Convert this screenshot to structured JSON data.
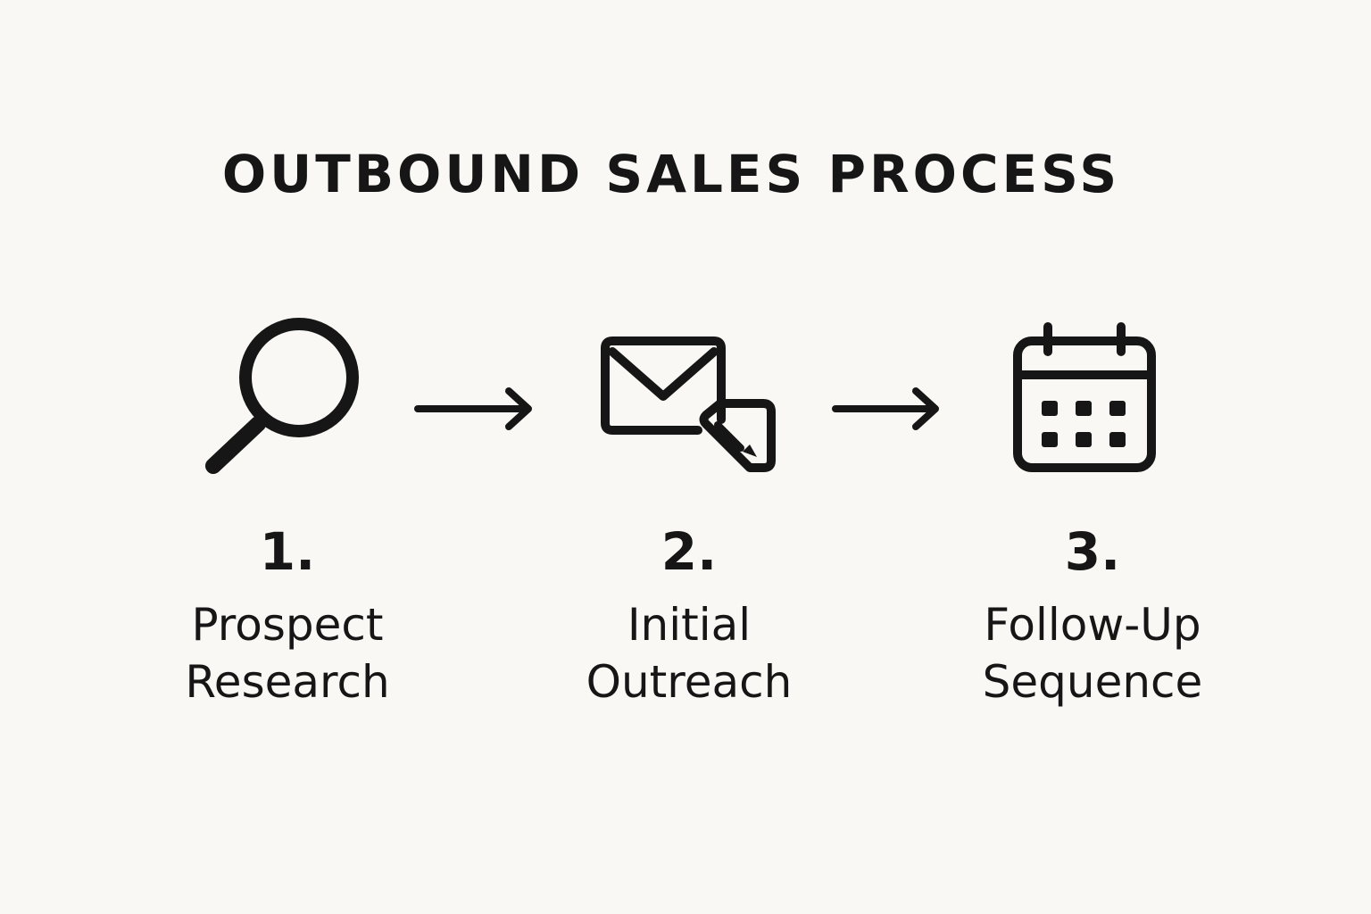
{
  "title": "OUTBOUND SALES PROCESS",
  "steps": [
    {
      "number": "1.",
      "label_line1": "Prospect",
      "label_line2": "Research",
      "icon": "magnifying-glass-icon"
    },
    {
      "number": "2.",
      "label_line1": "Initial",
      "label_line2": "Outreach",
      "icon": "envelope-with-pencil-icon"
    },
    {
      "number": "3.",
      "label_line1": "Follow-Up",
      "label_line2": "Sequence",
      "icon": "calendar-icon"
    }
  ],
  "colors": {
    "background": "#faf8f4",
    "ink": "#161616"
  }
}
